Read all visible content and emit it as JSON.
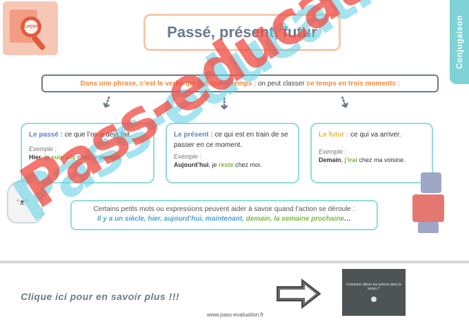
{
  "logo": {
    "lens_text": "Leçon"
  },
  "title": "Passé, présent, futur",
  "side_tab": "Conjugaison",
  "intro": {
    "part1": "Dans une phrase, c’est le verbe qui indique le temps",
    "part2": " : on peut classer ",
    "part3": "ce temps en trois moments",
    "part4": " :"
  },
  "cards": [
    {
      "keyword": "Le passé :",
      "definition": " ce que l’on a déjà fait.",
      "example_label": "Exemple :",
      "ex_word1": "Hier",
      "ex_mid1": ", je ",
      "ex_verb": "suis allé",
      "ex_end": " chez le dentiste."
    },
    {
      "keyword": "Le présent :",
      "definition": " ce qui est en train de se passer en ce moment.",
      "example_label": "Exemple :",
      "ex_word1": "Aujourd’hui",
      "ex_mid1": ", je ",
      "ex_verb": "reste",
      "ex_end": " chez moi."
    },
    {
      "keyword": "Le futur :",
      "definition": " ce qui va arriver.",
      "example_label": "Exemple :",
      "ex_word1": "Demain",
      "ex_mid1": ", ",
      "ex_verb": "j’irai",
      "ex_end": " chez ma voisine."
    }
  ],
  "hint": {
    "line1": "Certains petits mots ou expressions peuvent aider à savoir quand l’action se déroule :",
    "words_blue": "Il y a un siècle, hier, aujourd’hui, maintenant,",
    "words_green": " demain, la semaine prochaine",
    "words_end": "…"
  },
  "more_link": "Clique ici pour en savoir plus !!!",
  "video_caption": "Comment utiliser les actions dans le temps ?",
  "footer_url": "www.pass-evaluation.fr",
  "watermark": "Pass-education",
  "colors": {
    "accent_teal": "#8fdbe0",
    "accent_orange": "#ef8a3a",
    "watermark": "#f05046"
  },
  "icons": [
    "magnifier-book-icon",
    "tooth-icon",
    "robot-icon",
    "arrow-right-icon",
    "down-arrow-icon"
  ]
}
